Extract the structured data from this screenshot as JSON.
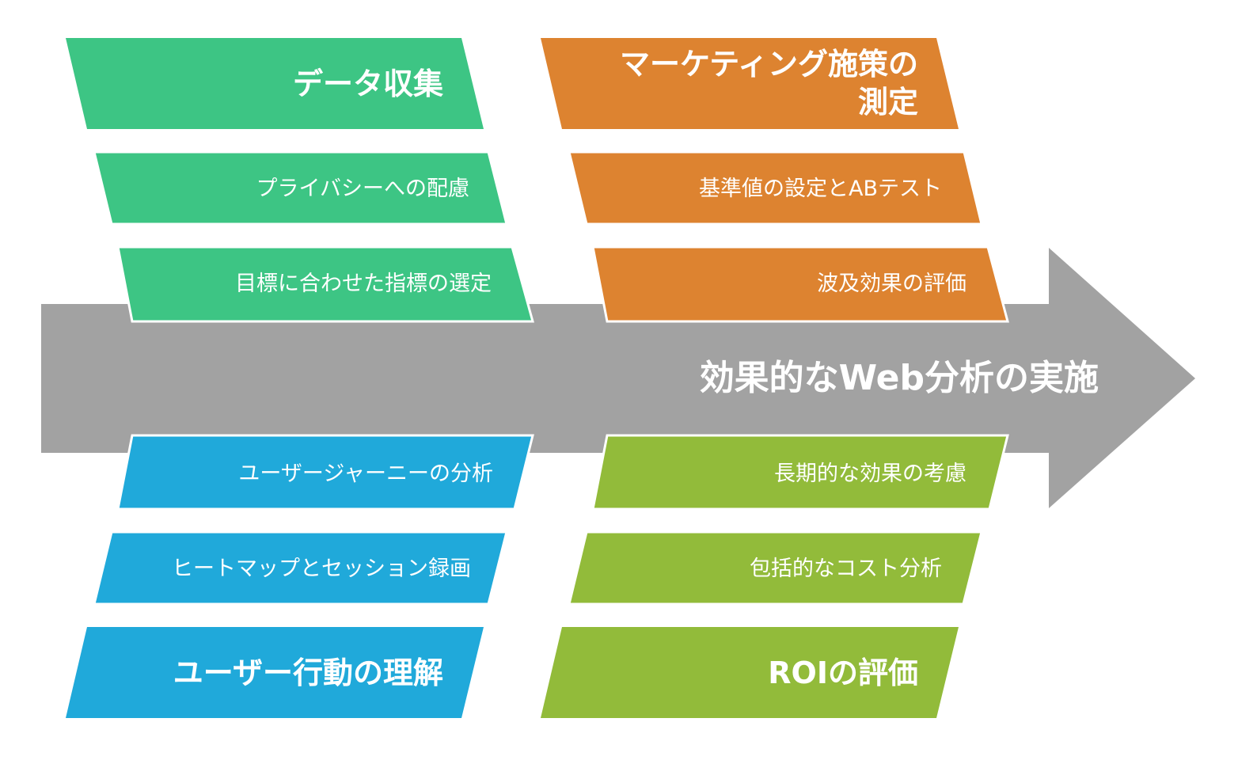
{
  "title": "効果的なWeb分析の実施",
  "colors": {
    "arrow": "#a2a2a2",
    "green": "#3dc584",
    "orange": "#dd8330",
    "blue": "#20a9da",
    "lime": "#92bb3a"
  },
  "top_left": {
    "head": "データ収集",
    "items": [
      "プライバシーへの配慮",
      "目標に合わせた指標の選定"
    ]
  },
  "top_right": {
    "head_line1": "マーケティング施策の",
    "head_line2": "測定",
    "items": [
      "基準値の設定とABテスト",
      "波及効果の評価"
    ]
  },
  "bottom_left": {
    "head": "ユーザー行動の理解",
    "items": [
      "ユーザージャーニーの分析",
      "ヒートマップとセッション録画"
    ]
  },
  "bottom_right": {
    "head": "ROIの評価",
    "items": [
      "長期的な効果の考慮",
      "包括的なコスト分析"
    ]
  }
}
